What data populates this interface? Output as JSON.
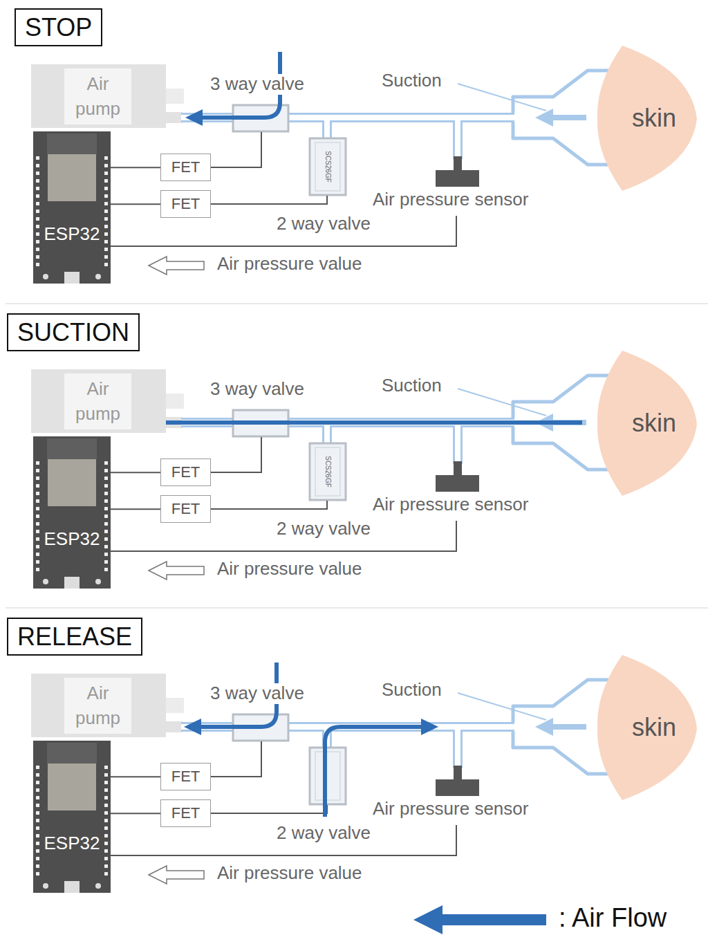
{
  "diagram": {
    "nodes": [
      {
        "text": [
          "STOP"
        ]
      },
      {
        "text": [
          "Air pump"
        ]
      },
      {
        "text": [
          "skin"
        ]
      },
      {
        "text": [
          "FET"
        ]
      },
      {
        "text": [
          "FET"
        ]
      },
      {
        "text": [
          "ESP32"
        ]
      },
      {
        "text": [
          "SUCTION"
        ]
      },
      {
        "text": [
          "Air pump"
        ]
      },
      {
        "text": [
          "skin"
        ]
      },
      {
        "text": [
          "FET"
        ]
      },
      {
        "text": [
          "FET"
        ]
      },
      {
        "text": [
          "ESP32"
        ]
      },
      {
        "text": [
          "RELEASE"
        ]
      },
      {
        "text": [
          "Air pump"
        ]
      },
      {
        "text": [
          "skin"
        ]
      },
      {
        "text": [
          "FET"
        ]
      },
      {
        "text": [
          "FET"
        ]
      },
      {
        "text": [
          "ESP32"
        ]
      }
    ],
    "edges": [
      {
        "from": 5,
        "to": 3,
        "arrow": "none"
      },
      {
        "from": 5,
        "to": 4,
        "arrow": "none"
      },
      {
        "from": 11,
        "to": 9,
        "arrow": "none"
      },
      {
        "from": 11,
        "to": 10,
        "arrow": "none"
      },
      {
        "from": 17,
        "to": 15,
        "arrow": "none"
      },
      {
        "from": 17,
        "to": 16,
        "arrow": "none"
      }
    ],
    "labels": [
      "3 way valve",
      "Suction",
      "SCS26GF",
      "Air pressure sensor",
      "2 way valve",
      "Air pressure value",
      "3 way valve",
      "Suction",
      "SCS26GF",
      "Air pressure sensor",
      "2 way valve",
      "Air pressure value",
      "3 way valve",
      "Suction",
      "Air pressure sensor",
      "2 way valve",
      "Air pressure value"
    ],
    "legend": [
      {
        "text": ": Air Flow"
      }
    ]
  }
}
